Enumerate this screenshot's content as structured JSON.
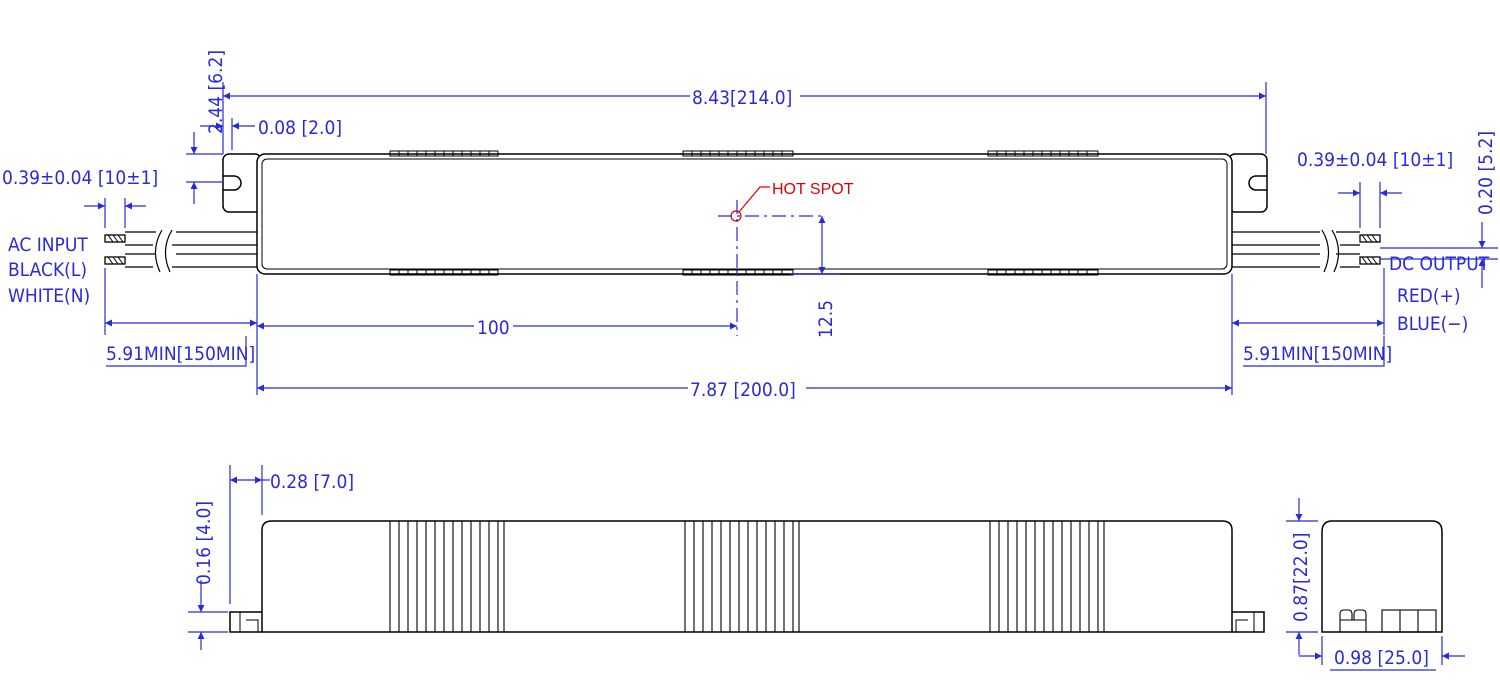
{
  "dimensions": {
    "overall_length": "8.43[214.0]",
    "body_length": "7.87 [200.0]",
    "to_hot_spot": "100",
    "hot_spot_offset": "12.5",
    "tab_height": "2.44 [6.2]",
    "tab_offset": "0.08 [2.0]",
    "slot_width_left": "0.39±0.04 [10±1]",
    "slot_width_right": "0.39±0.04 [10±1]",
    "right_offset": "0.20 [5.2]",
    "wire_left": "5.91MIN[150MIN]",
    "wire_right": "5.91MIN[150MIN]",
    "side_inset": "0.28 [7.0]",
    "flange_height": "0.16 [4.0]",
    "end_height": "0.87[22.0]",
    "end_width": "0.98 [25.0]"
  },
  "labels": {
    "hot_spot": "HOT SPOT",
    "ac_input": "AC INPUT",
    "ac_black": "BLACK(L)",
    "ac_white": "WHITE(N)",
    "dc_output": "DC OUTPUT",
    "dc_red": "RED(+)",
    "dc_blue": "BLUE(−)"
  },
  "colors": {
    "outline": "#000000",
    "dimension": "#2a2ad8",
    "hot_spot": "#e00000"
  }
}
